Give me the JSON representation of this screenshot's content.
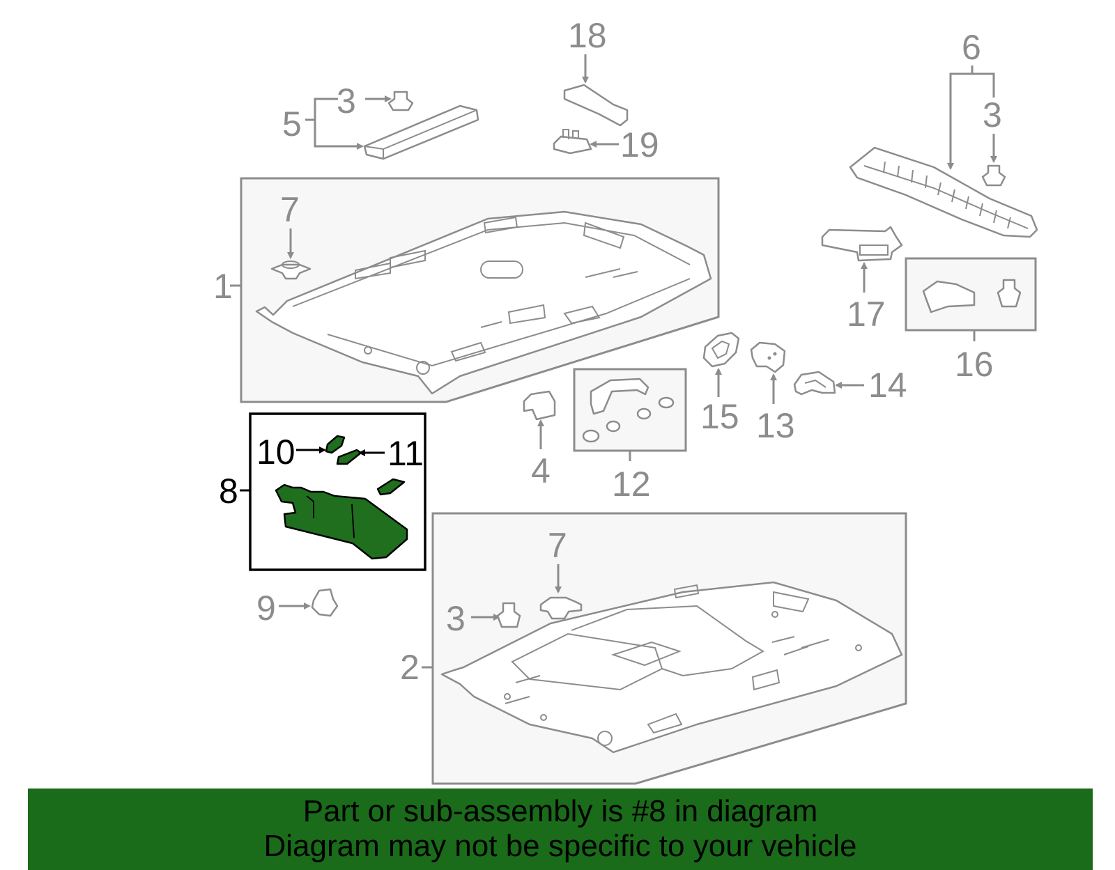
{
  "callouts": {
    "c1": "1",
    "c2": "2",
    "c3a": "3",
    "c3b": "3",
    "c3c": "3",
    "c4": "4",
    "c5": "5",
    "c6": "6",
    "c7a": "7",
    "c7b": "7",
    "c8": "8",
    "c9": "9",
    "c10": "10",
    "c11": "11",
    "c12": "12",
    "c13": "13",
    "c14": "14",
    "c15": "15",
    "c16": "16",
    "c17": "17",
    "c18": "18",
    "c19": "19"
  },
  "highlighted_part": "8",
  "colors": {
    "highlight": "#1f6f1f",
    "banner": "#1a6b1a",
    "linework": "#8c8c8c"
  },
  "banner": {
    "line1": "Part or sub-assembly is #8 in diagram",
    "line2": "Diagram may not be specific to your vehicle"
  }
}
